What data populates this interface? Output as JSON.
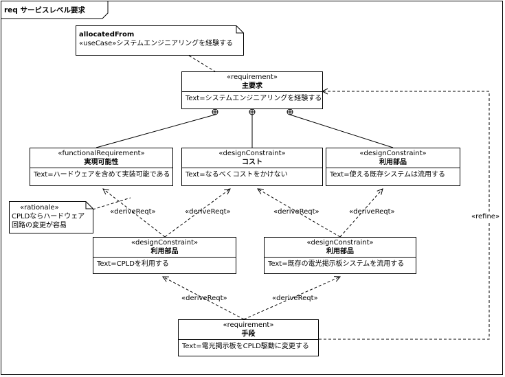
{
  "frame": {
    "title": "req サービスレベル要求"
  },
  "note_allocated": {
    "title": "allocatedFrom",
    "text": "«useCase»システムエンジニアリングを経験する"
  },
  "note_rationale": {
    "stereotype": "«rationale»",
    "line1": "CPLDならハードウェア",
    "line2": "回路の変更が容易"
  },
  "main_req": {
    "stereotype": "«requirement»",
    "name": "主要求",
    "text": "Text=システムエンジニアリングを経験する"
  },
  "feasibility": {
    "stereotype": "«functionalRequirement»",
    "name": "実現可能性",
    "text": "Text=ハードウェアを含めて実装可能である"
  },
  "cost": {
    "stereotype": "«designConstraint»",
    "name": "コスト",
    "text": "Text=なるべくコストをかけない"
  },
  "parts_top": {
    "stereotype": "«designConstraint»",
    "name": "利用部品",
    "text": "Text=使える既存システムは流用する"
  },
  "parts_cpld": {
    "stereotype": "«designConstraint»",
    "name": "利用部品",
    "text": "Text=CPLDを利用する"
  },
  "parts_board": {
    "stereotype": "«designConstraint»",
    "name": "利用部品",
    "text": "Text=既存の電光掲示板システムを流用する"
  },
  "means": {
    "stereotype": "«requirement»",
    "name": "手段",
    "text": "Text=電光掲示板をCPLD駆動に変更する"
  },
  "labels": {
    "derive1": "«deriveReqt»",
    "derive2": "«deriveReqt»",
    "derive3": "«deriveReqt»",
    "derive4": "«deriveReqt»",
    "derive5": "«deriveReqt»",
    "derive6": "«deriveReqt»",
    "refine": "«refine»"
  }
}
